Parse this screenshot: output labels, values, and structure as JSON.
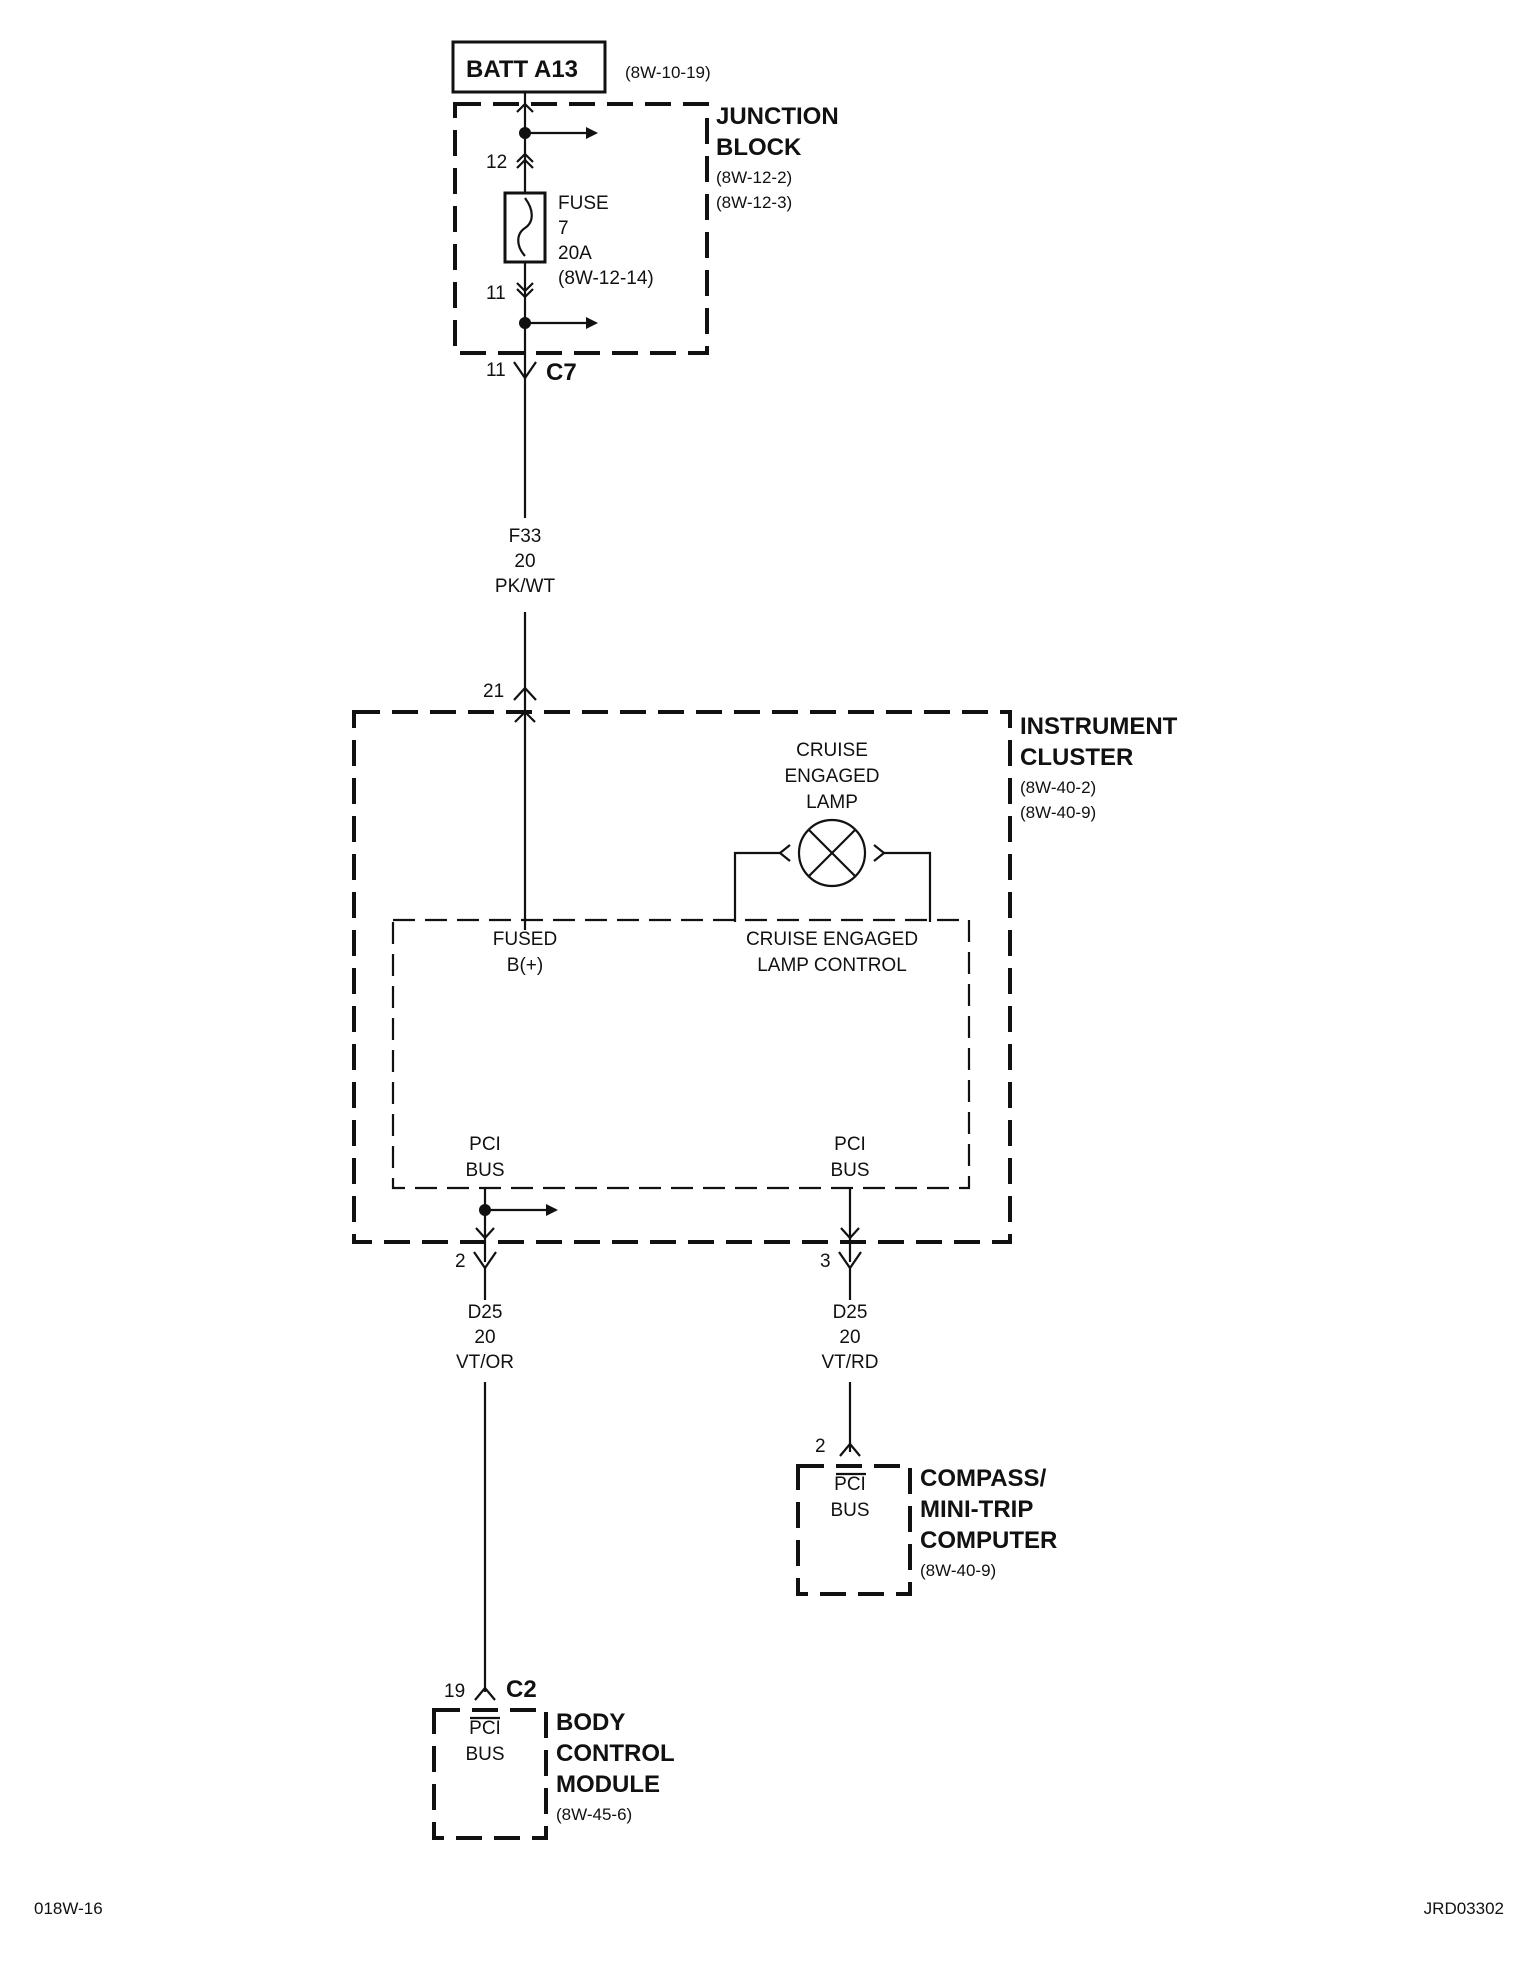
{
  "batt": {
    "label": "BATT A13",
    "ref": "(8W-10-19)"
  },
  "junction_block": {
    "title1": "JUNCTION",
    "title2": "BLOCK",
    "ref1": "(8W-12-2)",
    "ref2": "(8W-12-3)"
  },
  "fuse": {
    "l1": "FUSE",
    "l2": "7",
    "l3": "20A",
    "l4": "(8W-12-14)",
    "pin_top": "12",
    "pin_bottom": "11"
  },
  "c7": {
    "pin": "11",
    "name": "C7"
  },
  "wire_f33": {
    "circuit": "F33",
    "gauge": "20",
    "color": "PK/WT"
  },
  "cluster_pin": "21",
  "instrument_cluster": {
    "title1": "INSTRUMENT",
    "title2": "CLUSTER",
    "ref1": "(8W-40-2)",
    "ref2": "(8W-40-9)"
  },
  "cruise_lamp": {
    "l1": "CRUISE",
    "l2": "ENGAGED",
    "l3": "LAMP"
  },
  "fused_b": {
    "l1": "FUSED",
    "l2": "B(+)"
  },
  "lamp_control": {
    "l1": "CRUISE ENGAGED",
    "l2": "LAMP CONTROL"
  },
  "pci_left": {
    "l1": "PCI",
    "l2": "BUS",
    "pin": "2"
  },
  "pci_right": {
    "l1": "PCI",
    "l2": "BUS",
    "pin": "3"
  },
  "wire_d25_left": {
    "circuit": "D25",
    "gauge": "20",
    "color": "VT/OR"
  },
  "wire_d25_right": {
    "circuit": "D25",
    "gauge": "20",
    "color": "VT/RD"
  },
  "compass": {
    "pin": "2",
    "l1": "PCI",
    "l2": "BUS",
    "title1": "COMPASS/",
    "title2": "MINI-TRIP",
    "title3": "COMPUTER",
    "ref": "(8W-40-9)"
  },
  "bcm": {
    "pin": "19",
    "connector": "C2",
    "l1": "PCI",
    "l2": "BUS",
    "title1": "BODY",
    "title2": "CONTROL",
    "title3": "MODULE",
    "ref": "(8W-45-6)"
  },
  "footer": {
    "left": "018W-16",
    "right": "JRD03302"
  }
}
